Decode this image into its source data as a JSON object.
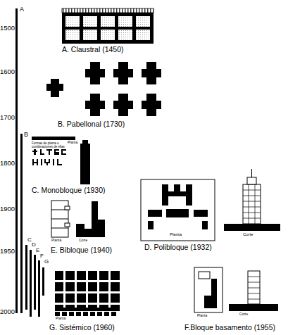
{
  "diagram": {
    "labels": [
      "1500",
      "1600",
      "1700",
      "1800",
      "1900",
      "1950",
      "2000",
      "A",
      "B",
      "C",
      "D",
      "E",
      "F",
      "G",
      "A. Claustral (1450)",
      "B. Pabellonal (1730)",
      "C. Monobloque (1930)",
      "E. Bibloque (1940)",
      "D. Polibloque (1932)",
      "G. Sistémico (1960)",
      "F.Bloque basamento (1955)",
      "Planta",
      "Formas de planta o combinaciones de ellas",
      "Planta",
      "Corte",
      "Planta",
      "Corte",
      "Planta",
      "Corte",
      "Planta"
    ]
  }
}
